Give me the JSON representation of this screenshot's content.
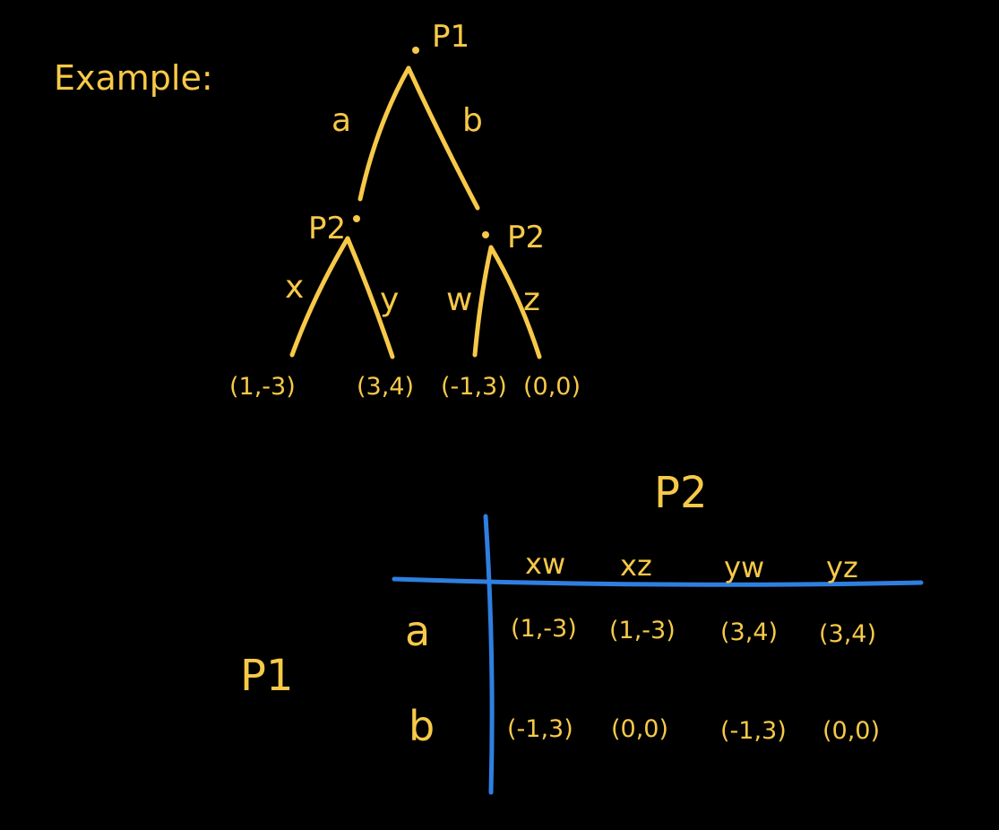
{
  "title": "Example:",
  "tree": {
    "root_label": "P1",
    "left_node_label": "P2",
    "right_node_label": "P2",
    "branch_a": "a",
    "branch_b": "b",
    "branch_x": "x",
    "branch_y": "y",
    "branch_w": "w",
    "branch_z": "z",
    "payoffs": [
      "(1,-3)",
      "(3,4)",
      "(-1,3)",
      "(0,0)"
    ]
  },
  "matrix": {
    "column_player": "P2",
    "row_player": "P1",
    "columns": [
      "xw",
      "xz",
      "yw",
      "yz"
    ],
    "rows": [
      {
        "label": "a",
        "cells": [
          "(1,-3)",
          "(1,-3)",
          "(3,4)",
          "(3,4)"
        ]
      },
      {
        "label": "b",
        "cells": [
          "(-1,3)",
          "(0,0)",
          "(-1,3)",
          "(0,0)"
        ]
      }
    ]
  },
  "colors": {
    "background": "#000000",
    "ink": "#f7c948",
    "grid": "#2f7fe0"
  }
}
